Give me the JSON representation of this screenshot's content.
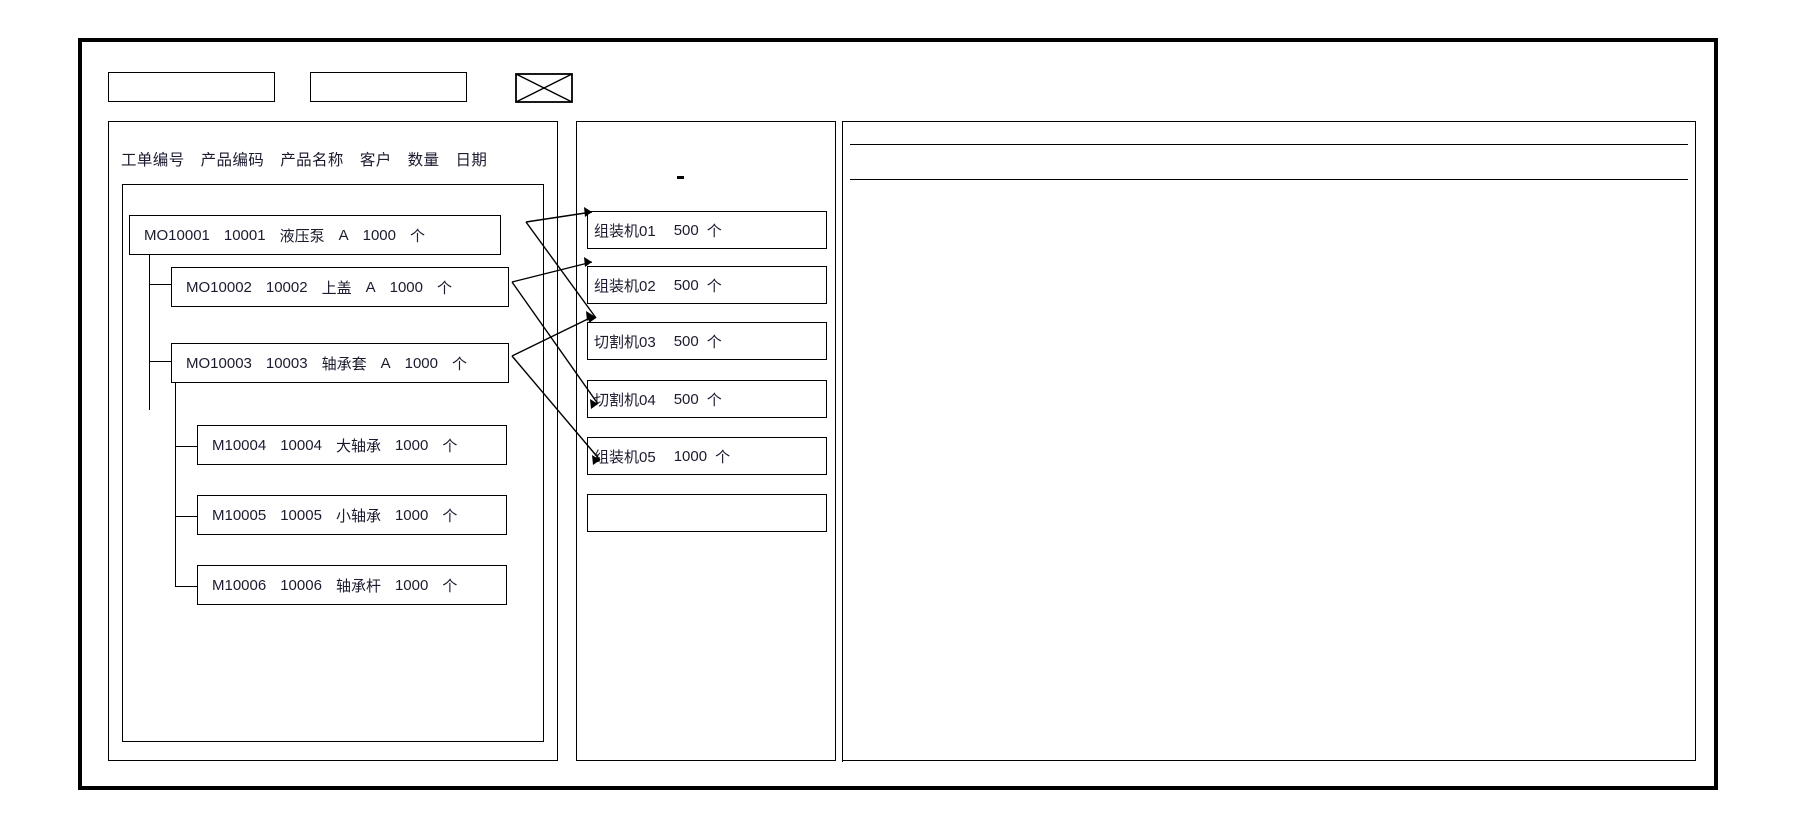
{
  "window": {
    "title": ""
  },
  "toolbar": {
    "search_value": "",
    "search_placeholder": "",
    "filter_value": "",
    "filter_placeholder": "",
    "action_icon": "crossed-box-icon"
  },
  "left_panel": {
    "columns": [
      "工单编号",
      "产品编码",
      "产品名称",
      "客户",
      "数量",
      "日期"
    ],
    "rows": [
      {
        "level": 0,
        "order_no": "MO10001",
        "product_code": "10001",
        "product_name": "液压泵",
        "customer": "A",
        "qty": "1000",
        "unit": "个"
      },
      {
        "level": 1,
        "order_no": "MO10002",
        "product_code": "10002",
        "product_name": "上盖",
        "customer": "A",
        "qty": "1000",
        "unit": "个"
      },
      {
        "level": 1,
        "order_no": "MO10003",
        "product_code": "10003",
        "product_name": "轴承套",
        "customer": "A",
        "qty": "1000",
        "unit": "个"
      },
      {
        "level": 2,
        "order_no": "M10004",
        "product_code": "10004",
        "product_name": "大轴承",
        "customer": "",
        "qty": "1000",
        "unit": "个"
      },
      {
        "level": 2,
        "order_no": "M10005",
        "product_code": "10005",
        "product_name": "小轴承",
        "customer": "",
        "qty": "1000",
        "unit": "个"
      },
      {
        "level": 2,
        "order_no": "M10006",
        "product_code": "10006",
        "product_name": "轴承杆",
        "customer": "",
        "qty": "1000",
        "unit": "个"
      }
    ]
  },
  "mid_panel": {
    "marker": "",
    "machines": [
      {
        "name": "组装机01",
        "qty": "500",
        "unit": "个"
      },
      {
        "name": "组装机02",
        "qty": "500",
        "unit": "个"
      },
      {
        "name": "切割机03",
        "qty": "500",
        "unit": "个"
      },
      {
        "name": "切割机04",
        "qty": "500",
        "unit": "个"
      },
      {
        "name": "组装机05",
        "qty": "1000",
        "unit": "个"
      },
      {
        "name": "",
        "qty": "",
        "unit": ""
      }
    ]
  },
  "right_panel": {
    "header_text": "",
    "body_text": ""
  },
  "colors": {
    "stroke": "#000000",
    "text": "#1b1b2f",
    "background": "#ffffff"
  }
}
